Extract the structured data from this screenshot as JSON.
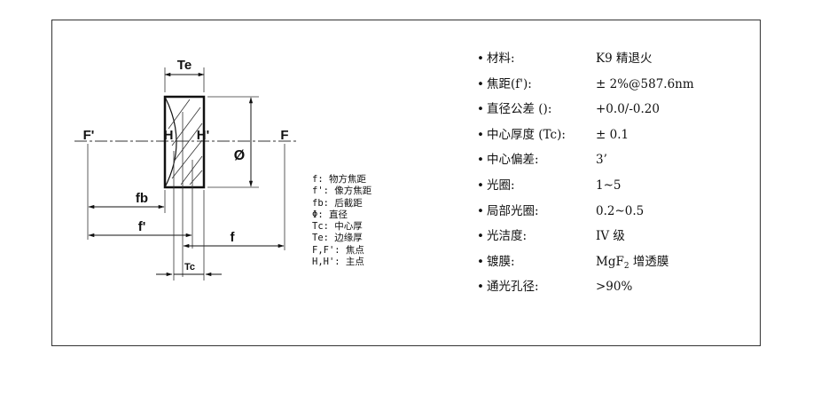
{
  "diagram": {
    "labels": {
      "te": "Te",
      "f_prime_left": "F'",
      "h": "H",
      "h_prime": "H'",
      "f_right": "F",
      "diameter": "Ø",
      "fb": "fb",
      "f_prime": "f'",
      "f": "f",
      "tc": "Tc"
    }
  },
  "legend": [
    "f: 物方焦距",
    "f': 像方焦距",
    "fb: 后截距",
    "Φ: 直径",
    "Tc: 中心厚",
    "Te: 边缘厚",
    "F,F': 焦点",
    "H,H': 主点"
  ],
  "specs": [
    {
      "bullet": "•",
      "key": "材料:",
      "value": "K9 精退火"
    },
    {
      "bullet": "•",
      "key": "焦距(f'):",
      "value": "± 2%@587.6nm"
    },
    {
      "bullet": "•",
      "key": "直径公差 ():",
      "value": "+0.0/-0.20"
    },
    {
      "bullet": "•",
      "key": "中心厚度 (Tc):",
      "value": "± 0.1"
    },
    {
      "bullet": "•",
      "key": "中心偏差:",
      "value": "3’"
    },
    {
      "bullet": "•",
      "key": "光圈:",
      "value": "1~5"
    },
    {
      "bullet": "•",
      "key": "局部光圈:",
      "value": "0.2~0.5"
    },
    {
      "bullet": "•",
      "key": "光洁度:",
      "value": "IV 级"
    },
    {
      "bullet": "•",
      "key": "镀膜:",
      "value_main": "MgF",
      "value_sub": "2",
      "value_tail": " 增透膜"
    },
    {
      "bullet": "•",
      "key": "通光孔径:",
      "value": ">90%"
    }
  ]
}
